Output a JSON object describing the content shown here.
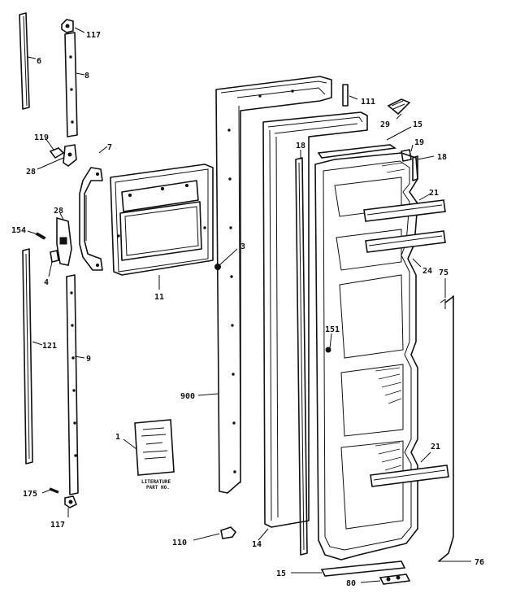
{
  "diagram": {
    "callouts": {
      "c117a": "117",
      "c6": "6",
      "c8": "8",
      "c119": "119",
      "c28a": "28",
      "c7": "7",
      "c28b": "28",
      "c154": "154",
      "c4": "4",
      "c121": "121",
      "c9": "9",
      "c11": "11",
      "c3": "3",
      "c900": "900",
      "c1": "1",
      "c175": "175",
      "c117b": "117",
      "c110": "110",
      "c14": "14",
      "c111": "111",
      "c29": "29",
      "c15a": "15",
      "c18a": "18",
      "c19": "19",
      "c18b": "18",
      "c21a": "21",
      "c24": "24",
      "c75": "75",
      "c151": "151",
      "c21b": "21",
      "c76": "76",
      "c15b": "15",
      "c80": "80"
    },
    "literature_label": "LITERATURE\nPART NO."
  }
}
